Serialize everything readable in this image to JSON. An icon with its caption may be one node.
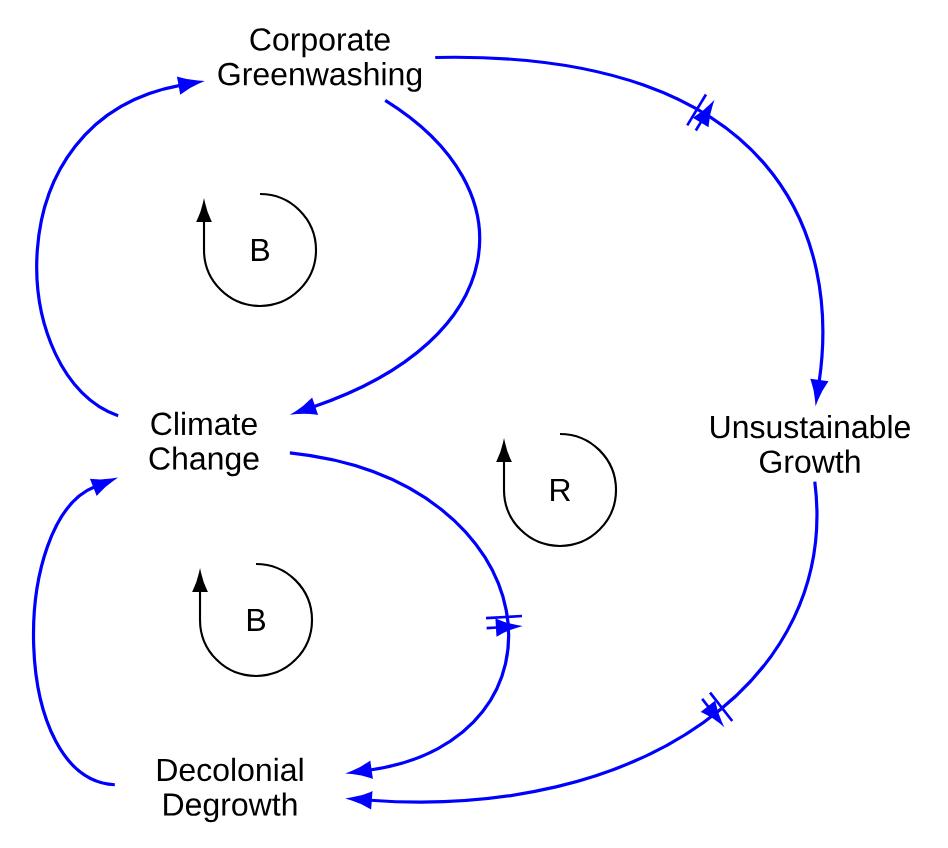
{
  "diagram": {
    "nodes": [
      {
        "text": [
          "Corporate Greenwashing"
        ]
      },
      {
        "text": [
          "Climate Change"
        ]
      },
      {
        "text": [
          "Unsustainable Growth"
        ]
      },
      {
        "text": [
          "Decolonial Degrowth"
        ]
      }
    ],
    "edges": [
      {
        "from": 1,
        "to": 0,
        "arrow": "to"
      },
      {
        "from": 0,
        "to": 1,
        "arrow": "to"
      },
      {
        "from": 0,
        "to": 2,
        "arrow": "to"
      },
      {
        "from": 2,
        "to": 3,
        "arrow": "to"
      },
      {
        "from": 3,
        "to": 1,
        "arrow": "to"
      },
      {
        "from": 1,
        "to": 3,
        "arrow": "to"
      }
    ],
    "labels": [
      "B",
      "R",
      "B"
    ]
  }
}
